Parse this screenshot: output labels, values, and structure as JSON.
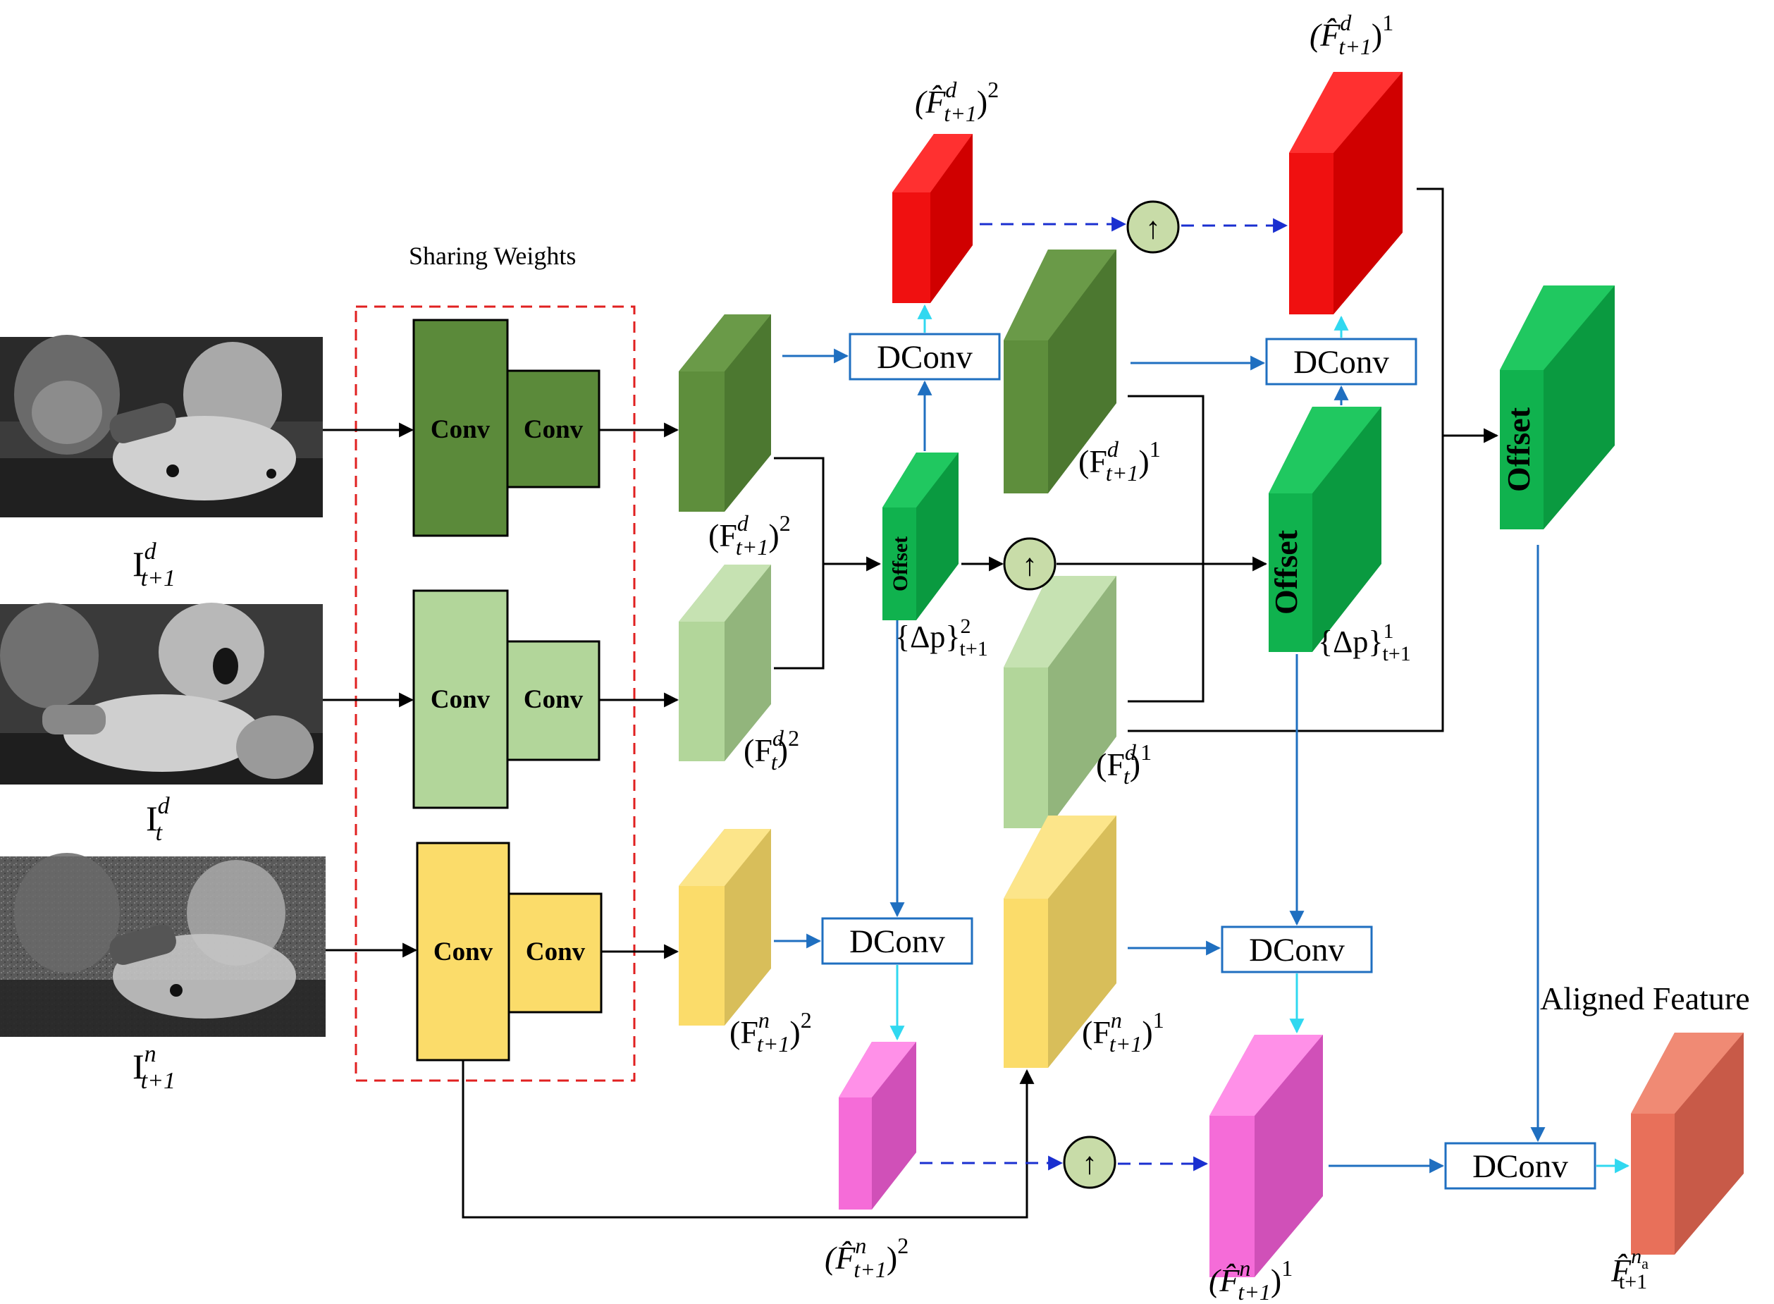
{
  "inputs": {
    "top": {
      "base": "I",
      "sup": "d",
      "sub": "t+1"
    },
    "mid": {
      "base": "I",
      "sup": "d",
      "sub": "t"
    },
    "bottom": {
      "base": "I",
      "sup": "n",
      "sub": "t+1"
    }
  },
  "sharing_weights_label": "Sharing Weights",
  "conv_label": "Conv",
  "dconv_label": "DConv",
  "offset_label": "Offset",
  "upsample_symbol": "↑",
  "aligned_feature_label": "Aligned Feature",
  "features": {
    "F_d_t1_2": {
      "open": "(F",
      "sup": "d",
      "sub": "t+1",
      "close": ")",
      "pow": "2"
    },
    "F_d_t_2": {
      "open": "(F",
      "sup": "d",
      "sub": "t",
      "close": ")",
      "pow": "2"
    },
    "F_n_t1_2": {
      "open": "(F",
      "sup": "n",
      "sub": "t+1",
      "close": ")",
      "pow": "2"
    },
    "F_d_t1_1": {
      "open": "(F",
      "sup": "d",
      "sub": "t+1",
      "close": ")",
      "pow": "1"
    },
    "F_d_t_1": {
      "open": "(F",
      "sup": "d",
      "sub": "t",
      "close": ")",
      "pow": "1"
    },
    "F_n_t1_1": {
      "open": "(F",
      "sup": "n",
      "sub": "t+1",
      "close": ")",
      "pow": "1"
    },
    "Fhat_d_t1_2": {
      "open": "(F̂",
      "sup": "d",
      "sub": "t+1",
      "close": ")",
      "pow": "2"
    },
    "Fhat_d_t1_1": {
      "open": "(F̂",
      "sup": "d",
      "sub": "t+1",
      "close": ")",
      "pow": "1"
    },
    "Fhat_n_t1_2": {
      "open": "(F̂",
      "sup": "n",
      "sub": "t+1",
      "close": ")",
      "pow": "2"
    },
    "Fhat_n_t1_1": {
      "open": "(F̂",
      "sup": "n",
      "sub": "t+1",
      "close": ")",
      "pow": "1"
    },
    "dp_2": {
      "open": "{Δp}",
      "sup": "2",
      "sub": "t+1"
    },
    "dp_1": {
      "open": "{Δp}",
      "sup": "1",
      "sub": "t+1"
    },
    "Fhat_na": {
      "base": "F̂",
      "sup": "n",
      "supsub": "a",
      "sub": "t+1"
    }
  },
  "colors": {
    "dark_green": "#5b8a3a",
    "light_green": "#b2d69a",
    "yellow": "#fbdc6a",
    "red": "#f01010",
    "bright_green": "#10b24e",
    "pink": "#f56cd8",
    "orange": "#e8705a",
    "blue_arrow": "#1f6fc0",
    "cyan_arrow": "#30d8f0",
    "dash_border": "#e02020",
    "up_circle": "#c8dca8"
  }
}
